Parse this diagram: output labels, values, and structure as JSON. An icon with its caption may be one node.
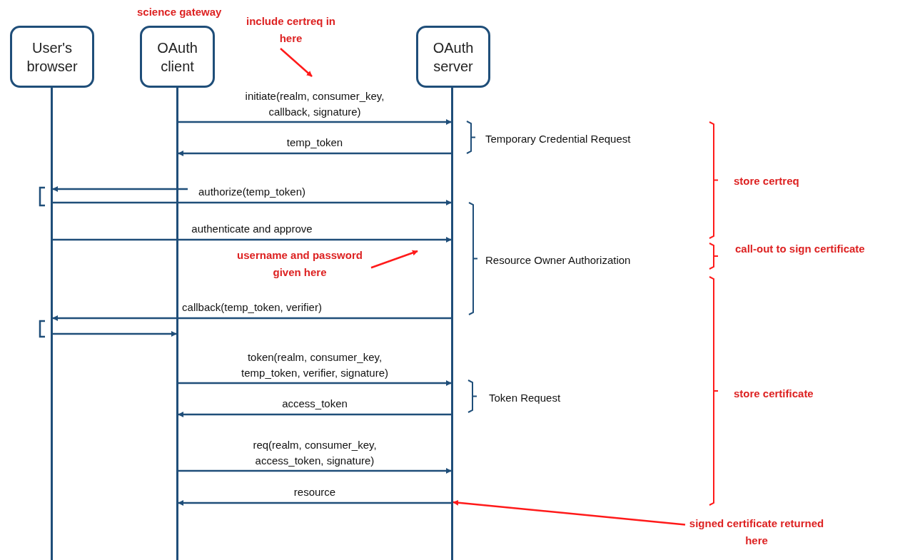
{
  "diagram": {
    "nodes": [
      {
        "text": [
          "User's browser"
        ]
      },
      {
        "text": [
          "OAuth client"
        ],
        "beside": [
          "science gateway"
        ]
      },
      {
        "text": [
          "include certreq in here"
        ]
      },
      {
        "text": [
          "OAuth server"
        ]
      },
      {
        "text": [],
        "shape": "bar"
      },
      {
        "text": [],
        "shape": "bar"
      },
      {
        "text": [],
        "shape": "bar"
      },
      {
        "text": [
          "username and password given here"
        ]
      },
      {
        "text": [
          "signed certificate returned here"
        ]
      }
    ],
    "edges": [
      {
        "from": 2,
        "to": null,
        "arrow": "to",
        "color": "#ff1a1a"
      },
      {
        "from": 5,
        "to": 6,
        "arrow": "to",
        "label": "initiate(realm, consumer_key, callback, signature)"
      },
      {
        "from": 6,
        "to": 5,
        "arrow": "to",
        "label": "temp_token"
      },
      {
        "from": 5,
        "to": 4,
        "arrow": "to"
      },
      {
        "from": 4,
        "to": 6,
        "arrow": "to",
        "label": "authorize(temp_token)"
      },
      {
        "from": 4,
        "to": 6,
        "arrow": "to",
        "label": "authenticate and approve"
      },
      {
        "from": 7,
        "to": null,
        "arrow": "to",
        "color": "#ff1a1a"
      },
      {
        "from": 6,
        "to": 4,
        "arrow": "to",
        "label": "callback(temp_token, verifier)"
      },
      {
        "from": 4,
        "to": 5,
        "arrow": "to"
      },
      {
        "from": 5,
        "to": 6,
        "arrow": "to",
        "label": "token(realm, consumer_key, temp_token, verifier, signature)"
      },
      {
        "from": 6,
        "to": 5,
        "arrow": "to",
        "label": "access_token"
      },
      {
        "from": 5,
        "to": 6,
        "arrow": "to",
        "label": "req(realm, consumer_key, access_token, signature)"
      },
      {
        "from": 6,
        "to": 5,
        "arrow": "to",
        "label": "resource"
      },
      {
        "from": 8,
        "to": 6,
        "arrow": "to",
        "color": "#ff1a1a"
      }
    ],
    "labels": [
      "Temporary Credential Request",
      "store certreq",
      "Resource Owner Authorization",
      "call-out to sign certificate",
      "Token Request",
      "store certificate"
    ]
  }
}
